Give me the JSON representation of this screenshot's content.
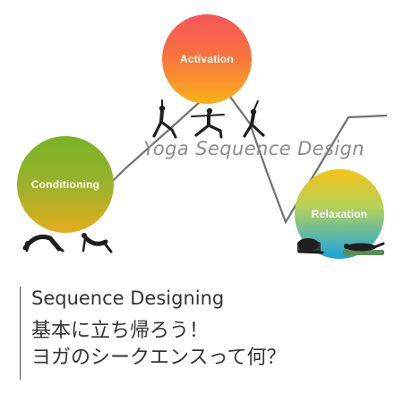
{
  "circles": {
    "activation": "Activation",
    "conditioning": "Conditioning",
    "relaxation": "Relaxation"
  },
  "banner_title": "Yoga Sequence Design",
  "heading": {
    "english": "Sequence Designing",
    "japanese_line1": "基本に立ち帰ろう！",
    "japanese_line2": "ヨガのシークエンスって何？"
  },
  "colors": {
    "activation_top": "#f7555a",
    "activation_bottom": "#f9b21a",
    "conditioning_top": "#79b227",
    "conditioning_bottom": "#e6ad1f",
    "relaxation_top": "#f4c414",
    "relaxation_bottom": "#17a4e0",
    "line": "#6f6f6f",
    "text": "#333333"
  },
  "icons": [
    "warrior-pose-figure",
    "lunge-pose-figure",
    "triangle-pose-figure",
    "cat-pose-figure",
    "cow-pose-figure",
    "forward-fold-figure",
    "supine-twist-figure"
  ]
}
